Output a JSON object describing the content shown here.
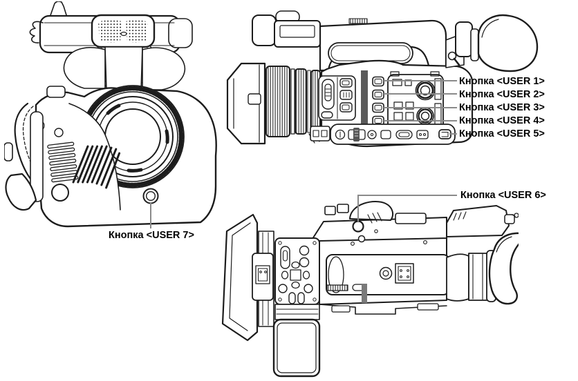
{
  "figure": {
    "kind": "camcorder user buttons location diagram",
    "background": "#ffffff"
  },
  "colors": {
    "outline": "#1c1c1c",
    "leader_line": "#8a8a8a",
    "label_text": "#000000"
  },
  "callouts": [
    {
      "id": "user-1",
      "label": "Кнопка <USER 1>"
    },
    {
      "id": "user-2",
      "label": "Кнопка <USER 2>"
    },
    {
      "id": "user-3",
      "label": "Кнопка <USER 3>"
    },
    {
      "id": "user-4",
      "label": "Кнопка <USER 4>"
    },
    {
      "id": "user-5",
      "label": "Кнопка <USER 5>"
    },
    {
      "id": "user-6",
      "label": "Кнопка <USER 6>"
    },
    {
      "id": "user-7",
      "label": "Кнопка <USER 7>"
    }
  ]
}
